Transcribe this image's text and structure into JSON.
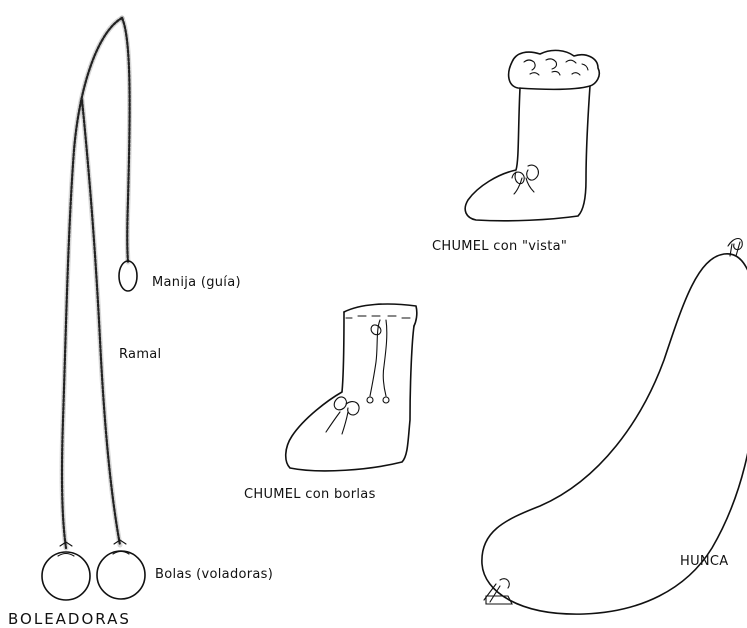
{
  "labels": {
    "manija": "Manija (guía)",
    "ramal": "Ramal",
    "bolas": "Bolas (voladoras)",
    "boleadoras": "BOLEADORAS",
    "chumel_vista": "CHUMEL con \"vista\"",
    "chumel_borlas": "CHUMEL con borlas",
    "hunca": "HUNCA"
  },
  "colors": {
    "ink": "#111111",
    "paper": "#ffffff"
  }
}
